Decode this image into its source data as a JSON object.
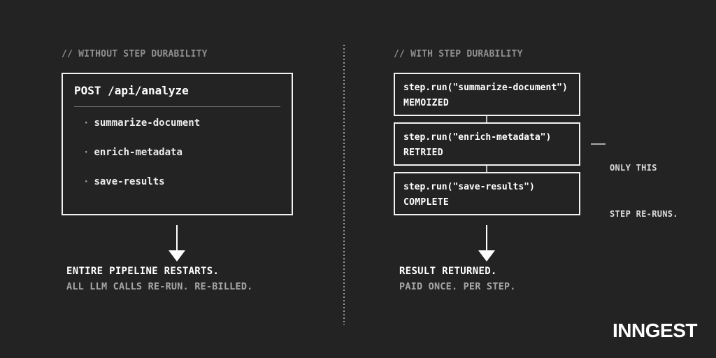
{
  "left": {
    "header": "// WITHOUT STEP DURABILITY",
    "box": {
      "title": "POST /api/analyze",
      "bullet": "·",
      "items": [
        "summarize-document",
        "enrich-metadata",
        "save-results"
      ]
    },
    "result_title": "ENTIRE PIPELINE RESTARTS.",
    "result_subtitle": "ALL LLM CALLS RE-RUN. RE-BILLED."
  },
  "right": {
    "header": "// WITH STEP DURABILITY",
    "steps": [
      {
        "code": "step.run(\"summarize-document\")",
        "status": "MEMOIZED"
      },
      {
        "code": "step.run(\"enrich-metadata\")",
        "status": "RETRIED"
      },
      {
        "code": "step.run(\"save-results\")",
        "status": "COMPLETE"
      }
    ],
    "annotation_line1": "ONLY THIS",
    "annotation_line2": "STEP RE-RUNS.",
    "result_title": "RESULT RETURNED.",
    "result_subtitle": "PAID ONCE. PER STEP."
  },
  "logo_text": "INNGEST",
  "colors": {
    "background": "#232323",
    "box_border": "#f1f1f1",
    "primary_text": "#ffffff",
    "muted_text": "#8f8f8f",
    "secondary_text": "#a6a6a6"
  }
}
